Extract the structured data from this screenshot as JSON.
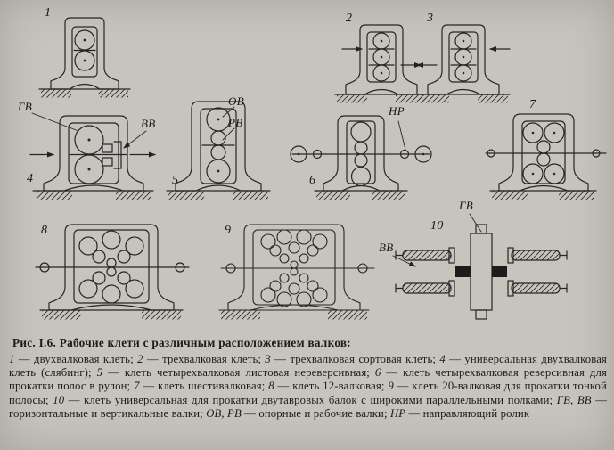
{
  "colors": {
    "paper": "#c7c4bd",
    "ink": "#262626"
  },
  "figure": {
    "labels": {
      "n1": "1",
      "n2": "2",
      "n3": "3",
      "n4": "4",
      "n5": "5",
      "n6": "6",
      "n7": "7",
      "n8": "8",
      "n9": "9",
      "n10": "10",
      "gv_4": "ГВ",
      "vv_4": "ВВ",
      "ov_5": "ОВ",
      "rv_5": "РВ",
      "nr_6": "НР",
      "gv_10": "ГВ",
      "vv_10": "ВВ"
    }
  },
  "caption": {
    "title": "Рис. I.6. Рабочие клети с различным расположением валков:",
    "segments": [
      {
        "text": "1",
        "italic": true
      },
      {
        "text": " — двухвалковая клеть; ",
        "italic": false
      },
      {
        "text": "2",
        "italic": true
      },
      {
        "text": " — трехвалковая клеть; ",
        "italic": false
      },
      {
        "text": "3",
        "italic": true
      },
      {
        "text": " — трехвалковая сортовая клеть; ",
        "italic": false
      },
      {
        "text": "4",
        "italic": true
      },
      {
        "text": " — универсальная двухвалковая клеть (слябинг); ",
        "italic": false
      },
      {
        "text": "5",
        "italic": true
      },
      {
        "text": " — клеть четырехвалковая листовая нереверсивная; ",
        "italic": false
      },
      {
        "text": "6",
        "italic": true
      },
      {
        "text": " — клеть четырехвалковая реверсивная для прокатки полос в рулон; ",
        "italic": false
      },
      {
        "text": "7",
        "italic": true
      },
      {
        "text": " — клеть шестивалковая; ",
        "italic": false
      },
      {
        "text": "8",
        "italic": true
      },
      {
        "text": " — клеть 12-валковая; ",
        "italic": false
      },
      {
        "text": "9",
        "italic": true
      },
      {
        "text": " — клеть 20-валковая для прокатки тонкой полосы; ",
        "italic": false
      },
      {
        "text": "10",
        "italic": true
      },
      {
        "text": " — клеть универсальная для прокатки двутавровых балок с широкими параллельными полками; ",
        "italic": false
      },
      {
        "text": "ГВ, ВВ",
        "italic": true
      },
      {
        "text": " — горизонтальные и вертикальные валки; ",
        "italic": false
      },
      {
        "text": "ОВ, РВ",
        "italic": true
      },
      {
        "text": " — опорные и рабочие валки; ",
        "italic": false
      },
      {
        "text": "НР",
        "italic": true
      },
      {
        "text": " — направляющий ролик",
        "italic": false
      }
    ]
  }
}
